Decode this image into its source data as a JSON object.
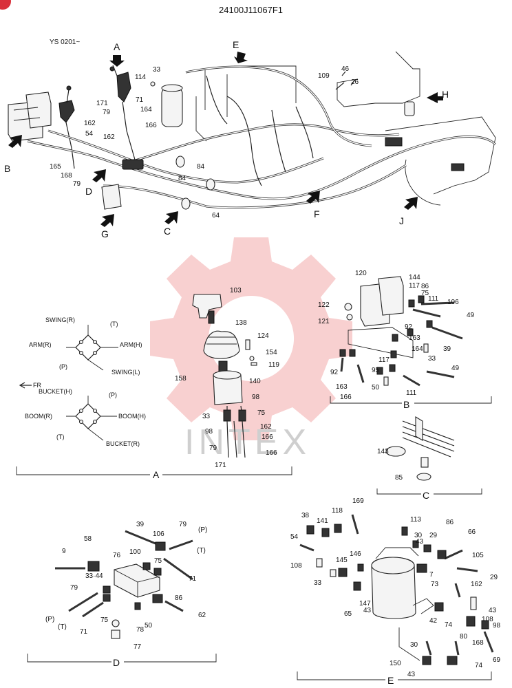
{
  "header": {
    "doc_code": "24100J11067F1",
    "serial_note": "YS 0201~"
  },
  "main_view": {
    "arrows": [
      "A",
      "B",
      "C",
      "D",
      "E",
      "F",
      "G",
      "H",
      "J"
    ],
    "callouts": [
      "114",
      "33",
      "171",
      "79",
      "71",
      "164",
      "166",
      "162",
      "54",
      "165",
      "168",
      "79",
      "162",
      "84",
      "84",
      "64",
      "109",
      "46",
      "26"
    ]
  },
  "detail_A": {
    "caption": "A",
    "pattern_top": [
      "SWING(R)",
      "(T)",
      "ARM(R)",
      "ARM(H)",
      "(P)",
      "SWING(L)"
    ],
    "fr_label": "FR",
    "pattern_bottom": [
      "BUCKET(H)",
      "(P)",
      "BOOM(R)",
      "BOOM(H)",
      "(T)",
      "BUCKET(R)"
    ],
    "callouts": [
      "103",
      "138",
      "124",
      "154",
      "119",
      "158",
      "140",
      "98",
      "33",
      "98",
      "75",
      "162",
      "79",
      "166",
      "166",
      "171"
    ]
  },
  "detail_B": {
    "caption": "B",
    "callouts": [
      "120",
      "144",
      "117",
      "86",
      "75",
      "111",
      "106",
      "122",
      "121",
      "49",
      "92",
      "163",
      "39",
      "164",
      "117",
      "33",
      "92",
      "95",
      "163",
      "166",
      "50",
      "111",
      "49"
    ]
  },
  "detail_C": {
    "caption": "C",
    "callouts": [
      "143",
      "85"
    ]
  },
  "detail_D": {
    "caption": "D",
    "callouts": [
      "39",
      "79",
      "58",
      "106",
      "(P)",
      "9",
      "100",
      "76",
      "(T)",
      "33·44",
      "75",
      "71",
      "79",
      "86",
      "(P)",
      "(T)",
      "75",
      "78",
      "50",
      "62",
      "71",
      "77"
    ]
  },
  "detail_E": {
    "caption": "E",
    "callouts": [
      "169",
      "38",
      "118",
      "113",
      "141",
      "54",
      "30",
      "29",
      "86",
      "66",
      "43",
      "105",
      "108",
      "146",
      "145",
      "7",
      "29",
      "33",
      "73",
      "162",
      "147",
      "43",
      "65",
      "42",
      "74",
      "108",
      "98",
      "43",
      "80",
      "168",
      "69",
      "30",
      "150",
      "43",
      "74"
    ]
  },
  "watermark": {
    "text": "INTEX"
  }
}
